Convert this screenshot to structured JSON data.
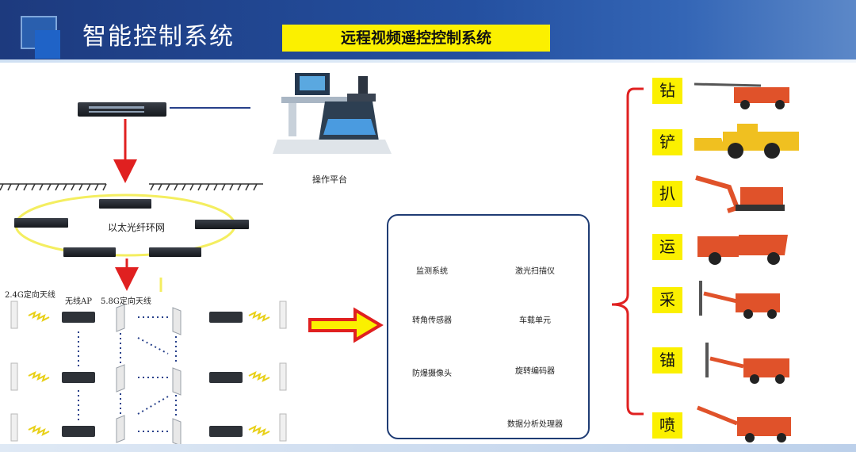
{
  "header": {
    "title": "智能控制系统",
    "banner": "远程视频遥控控制系统"
  },
  "network": {
    "operation_platform": "操作平台",
    "ring_label": "以太光纤环网",
    "antenna_24g": "2.4G定向天线",
    "wireless_ap": "无线AP",
    "antenna_58g": "5.8G定向天线"
  },
  "equipment_panel": {
    "items": [
      {
        "label": "监测系统"
      },
      {
        "label": "激光扫描仪"
      },
      {
        "label": "转角传感器"
      },
      {
        "label": "车载单元"
      },
      {
        "label": "防爆摄像头"
      },
      {
        "label": "旋转编码器"
      },
      {
        "label": "数据分析处理器"
      }
    ]
  },
  "vehicles": {
    "items": [
      {
        "label": "钻"
      },
      {
        "label": "铲"
      },
      {
        "label": "扒"
      },
      {
        "label": "运"
      },
      {
        "label": "采"
      },
      {
        "label": "锚"
      },
      {
        "label": "喷"
      }
    ]
  },
  "colors": {
    "header_blue": "#2450a0",
    "banner_yellow": "#fbf000",
    "arrow_red": "#e02020",
    "machine_orange": "#e0522a",
    "machine_yellow": "#f0c020",
    "ring_yellow": "#f4ee60",
    "panel_border": "#1f3c74"
  }
}
